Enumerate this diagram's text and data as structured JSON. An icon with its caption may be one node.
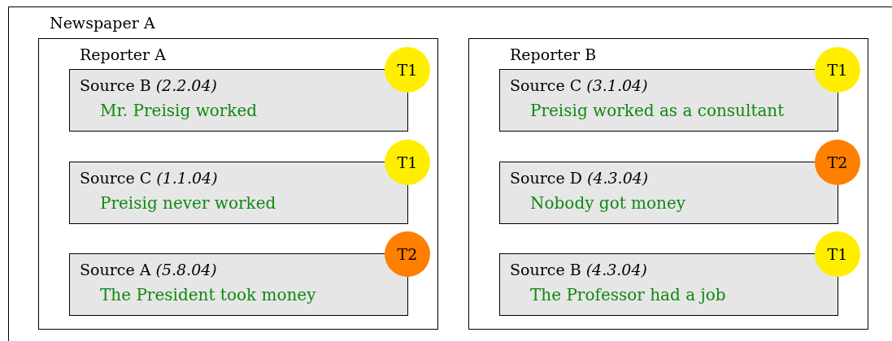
{
  "diagram": {
    "nodes": [
      {
        "text": [
          "Newspaper A"
        ]
      },
      {
        "text": [
          "Reporter A"
        ],
        "in": 0
      },
      {
        "text": [
          "Source B *(2.2.04)*",
          "Mr. Preisig worked"
        ],
        "in": 1
      },
      {
        "text": [
          "T1"
        ],
        "in": 1
      },
      {
        "text": [
          "Source C *(1.1.04)*",
          "Preisig never worked"
        ],
        "in": 1
      },
      {
        "text": [
          "T1"
        ],
        "in": 1
      },
      {
        "text": [
          "Source A *(5.8.04)*",
          "The President took money"
        ],
        "in": 1
      },
      {
        "text": [
          "T2"
        ],
        "in": 1
      },
      {
        "text": [
          "Reporter B"
        ],
        "in": 0
      },
      {
        "text": [
          "Source C *(3.1.04)*",
          "Preisig worked as a consultant"
        ],
        "in": 8
      },
      {
        "text": [
          "T1"
        ],
        "in": 8
      },
      {
        "text": [
          "Source D *(4.3.04)*",
          "Nobody got money"
        ],
        "in": 8
      },
      {
        "text": [
          "T2"
        ],
        "in": 8
      },
      {
        "text": [
          "Source B *(4.3.04)*",
          "The Professor had a job"
        ],
        "in": 8
      },
      {
        "text": [
          "T1"
        ],
        "in": 8
      }
    ],
    "edges": []
  }
}
